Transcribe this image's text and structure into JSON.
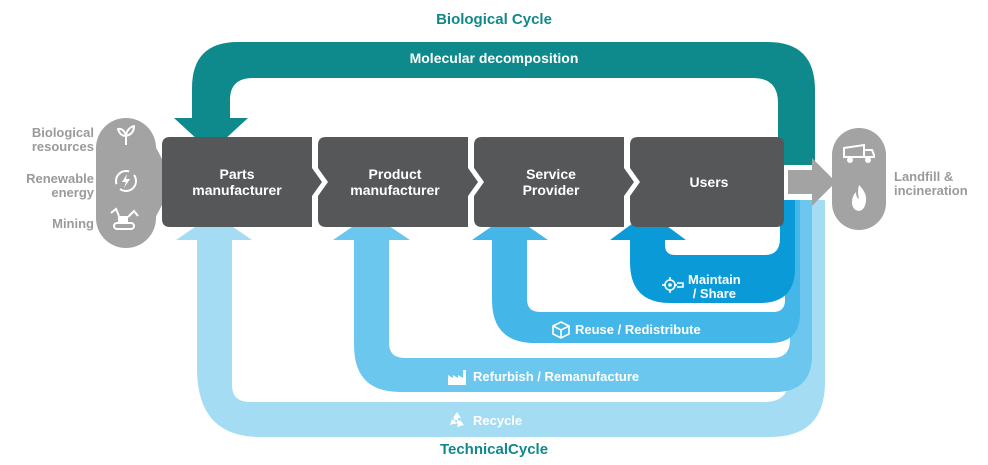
{
  "titles": {
    "biological_cycle": "Biological Cycle",
    "technical_cycle": "TechnicalCycle"
  },
  "loops": {
    "molecular_decomposition": "Molecular decomposition",
    "maintain_share_line1": "Maintain",
    "maintain_share_line2": "/ Share",
    "reuse_redistribute": "Reuse / Redistribute",
    "refurbish_remanufacture": "Refurbish / Remanufacture",
    "recycle": "Recycle"
  },
  "stages": {
    "parts_line1": "Parts",
    "parts_line2": "manufacturer",
    "product_line1": "Product",
    "product_line2": "manufacturer",
    "service_line1": "Service",
    "service_line2": "Provider",
    "users": "Users"
  },
  "inputs": {
    "bio_line1": "Biological",
    "bio_line2": "resources",
    "renew_line1": "Renewable",
    "renew_line2": "energy",
    "mining": "Mining"
  },
  "output": {
    "line1": "Landfill &",
    "line2": "incineration"
  },
  "icons": [
    "leaf-icon",
    "energy-icon",
    "excavator-icon",
    "truck-icon",
    "fire-icon",
    "gear-share-icon",
    "box-icon",
    "factory-icon",
    "recycle-icon"
  ],
  "colors": {
    "biological": "#0f8a8c",
    "stage": "#555759",
    "maintain": "#0a9ad8",
    "reuse": "#45b6e8",
    "refurbish": "#6cc7ee",
    "recycle": "#a4dcf4",
    "inputs_gray": "#a3a3a3"
  }
}
